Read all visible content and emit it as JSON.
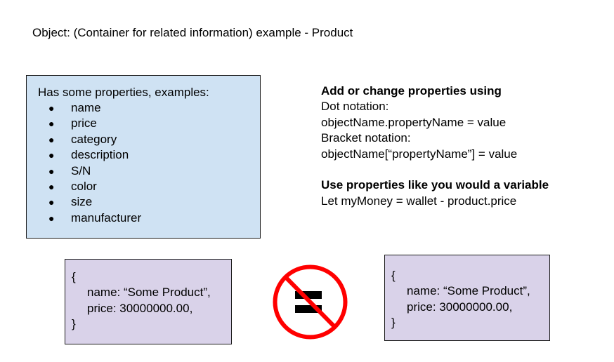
{
  "title": "Object: (Container for related information) example - Product",
  "properties_box": {
    "heading": "Has some properties, examples:",
    "bullet": "●",
    "items": [
      "name",
      "price",
      "category",
      "description",
      "S/N",
      "color",
      "size",
      "manufacturer"
    ],
    "background": "#cfe2f3"
  },
  "info": {
    "heading1": "Add or change properties using",
    "line1": "Dot notation:",
    "line2": "objectName.propertyName = value",
    "line3": "Bracket notation:",
    "line4": "objectName[“propertyName”] = value",
    "heading2": "Use properties like you would a variable",
    "line5": "Let myMoney = wallet - product.price"
  },
  "left_object": {
    "open": "{",
    "line1": "name: “Some Product”,",
    "line2": "price: 30000000.00,",
    "close": "}"
  },
  "right_object": {
    "open": "{",
    "line1": "name: “Some Product”,",
    "line2": "price: 30000000.00,",
    "close": "}"
  },
  "code_box_background": "#d9d2e9",
  "not_equal_symbol": {
    "icon": "not-equal-icon",
    "circle_color": "#ff0000",
    "bars_color": "#000000"
  }
}
